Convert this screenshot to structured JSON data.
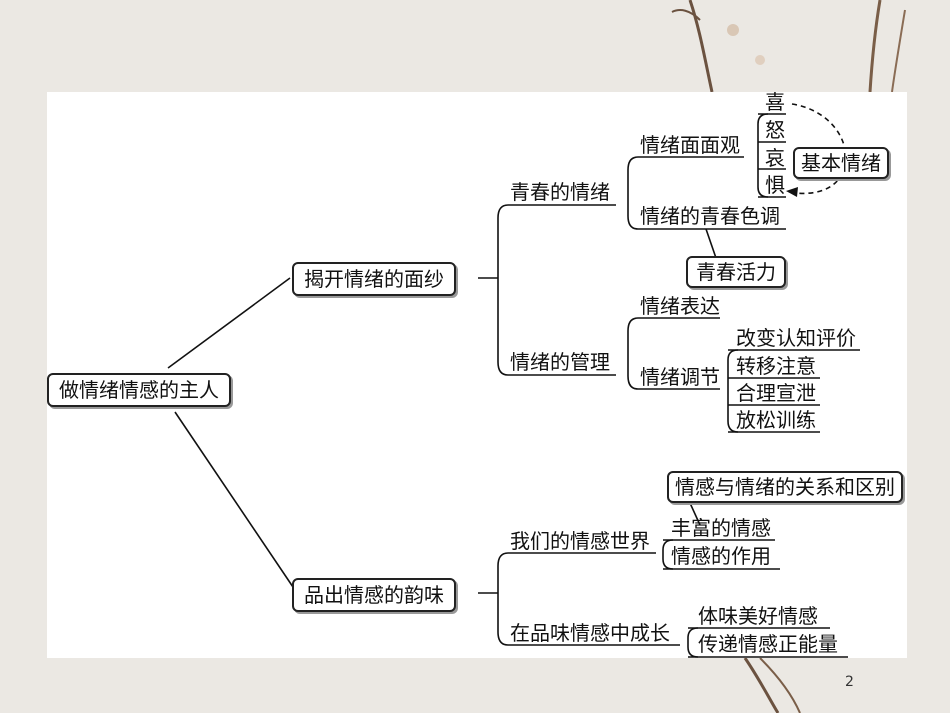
{
  "root": "做情绪情感的主人",
  "branch1": {
    "label": "揭开情绪的面纱",
    "sub1": {
      "label": "青春的情绪",
      "item1": "情绪面面观",
      "emotions": [
        "喜",
        "怒",
        "哀",
        "惧"
      ],
      "basic_label": "基本情绪",
      "item2": "情绪的青春色调",
      "callout": "青春活力"
    },
    "sub2": {
      "label": "情绪的管理",
      "item1": "情绪表达",
      "item2": "情绪调节",
      "methods": [
        "改变认知评价",
        "转移注意",
        "合理宣泄",
        "放松训练"
      ]
    }
  },
  "branch2": {
    "label": "品出情感的韵味",
    "sub1": {
      "label": "我们的情感世界",
      "callout": "情感与情绪的关系和区别",
      "item1": "丰富的情感",
      "item2": "情感的作用"
    },
    "sub2": {
      "label": "在品味情感中成长",
      "item1": "体味美好情感",
      "item2": "传递情感正能量"
    }
  },
  "page_number": "2"
}
